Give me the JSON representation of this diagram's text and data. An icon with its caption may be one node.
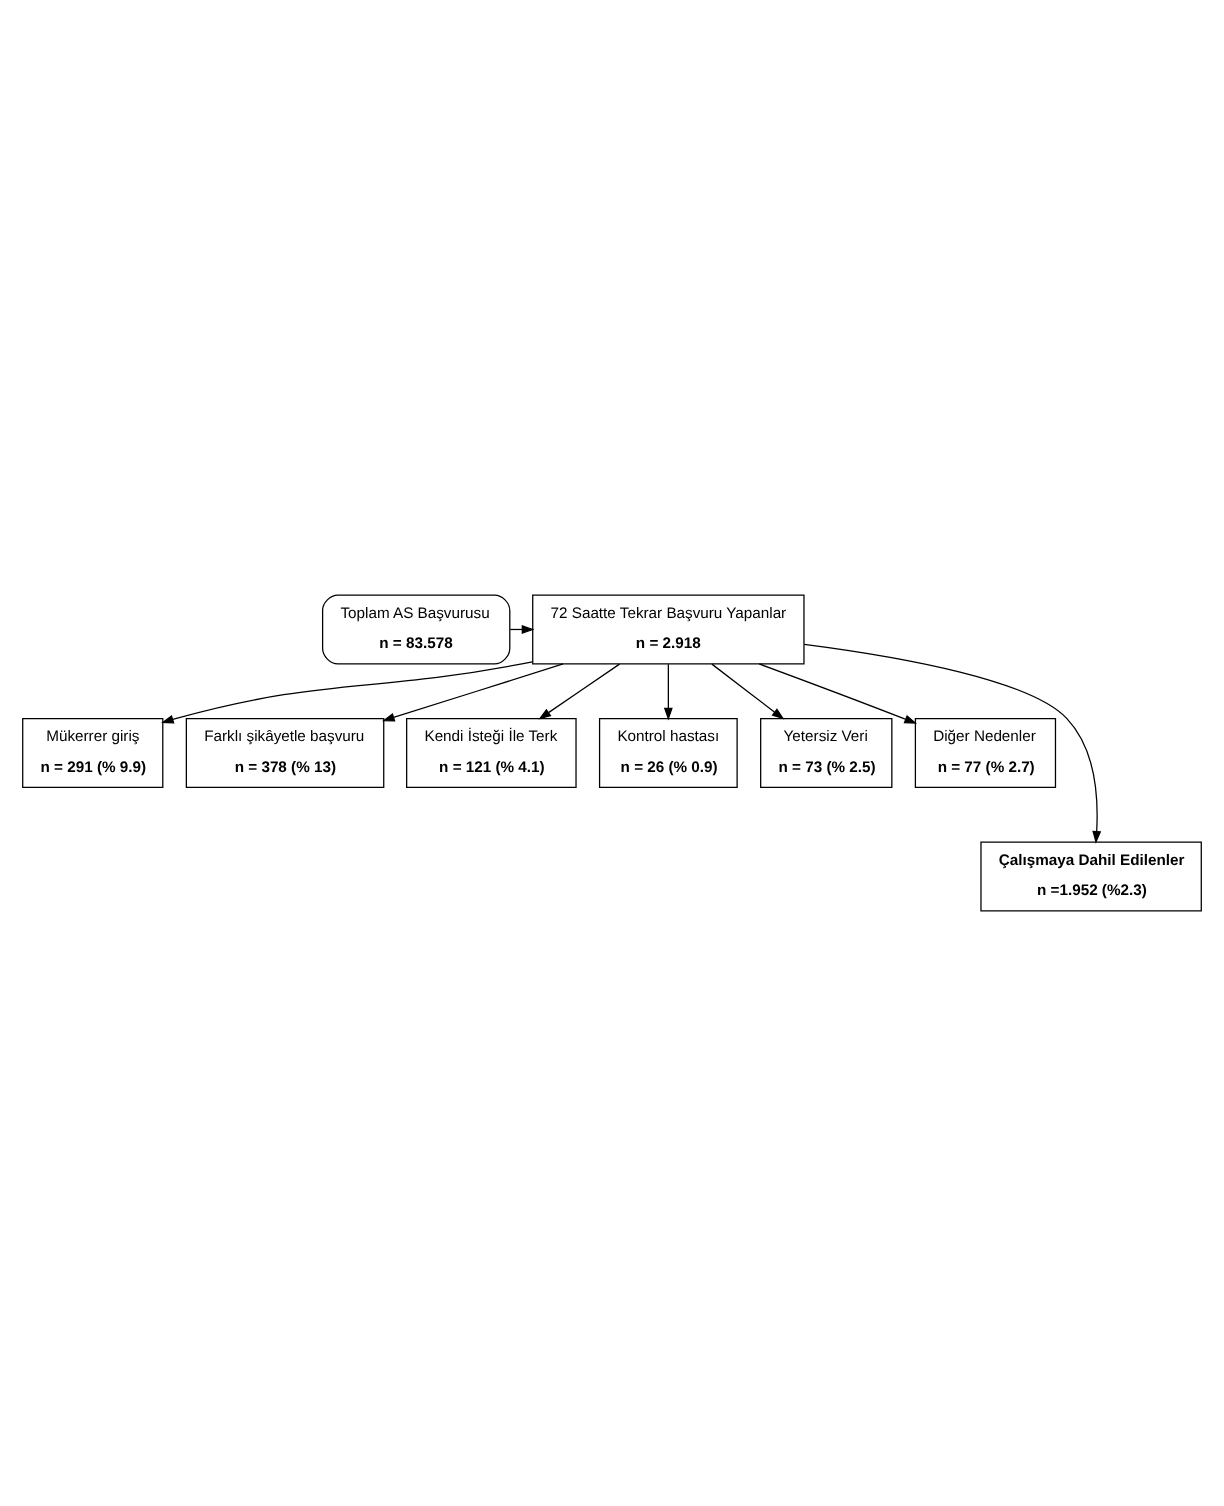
{
  "diagram": {
    "nodes": [
      {
        "text": [
          "Toplam AS Başvurusu",
          "n = 83.578"
        ]
      },
      {
        "text": [
          "72 Saatte Tekrar Başvuru Yapanlar",
          "n = 2.918"
        ]
      },
      {
        "text": [
          "Mükerrer giriş",
          "n = 291 (% 9.9)"
        ]
      },
      {
        "text": [
          "Farklı şikâyetle başvuru",
          "n = 378 (% 13)"
        ]
      },
      {
        "text": [
          "Kendi İsteği İle Terk",
          "n = 121 (% 4.1)"
        ]
      },
      {
        "text": [
          "Kontrol hastası",
          "n = 26 (% 0.9)"
        ]
      },
      {
        "text": [
          "Yetersiz Veri",
          "n = 73 (% 2.5)"
        ]
      },
      {
        "text": [
          "Diğer Nedenler",
          "n = 77 (% 2.7)"
        ]
      },
      {
        "text": [
          "Çalışmaya Dahil Edilenler",
          "n =1.952 (%2.3)"
        ]
      }
    ],
    "edges": [
      {
        "from": 0,
        "to": 1,
        "arrow": "to"
      },
      {
        "from": 1,
        "to": 2,
        "arrow": "to"
      },
      {
        "from": 1,
        "to": 3,
        "arrow": "to"
      },
      {
        "from": 1,
        "to": 4,
        "arrow": "to"
      },
      {
        "from": 1,
        "to": 5,
        "arrow": "to"
      },
      {
        "from": 1,
        "to": 6,
        "arrow": "to"
      },
      {
        "from": 1,
        "to": 7,
        "arrow": "to"
      },
      {
        "from": 1,
        "to": 8,
        "arrow": "to"
      }
    ]
  }
}
